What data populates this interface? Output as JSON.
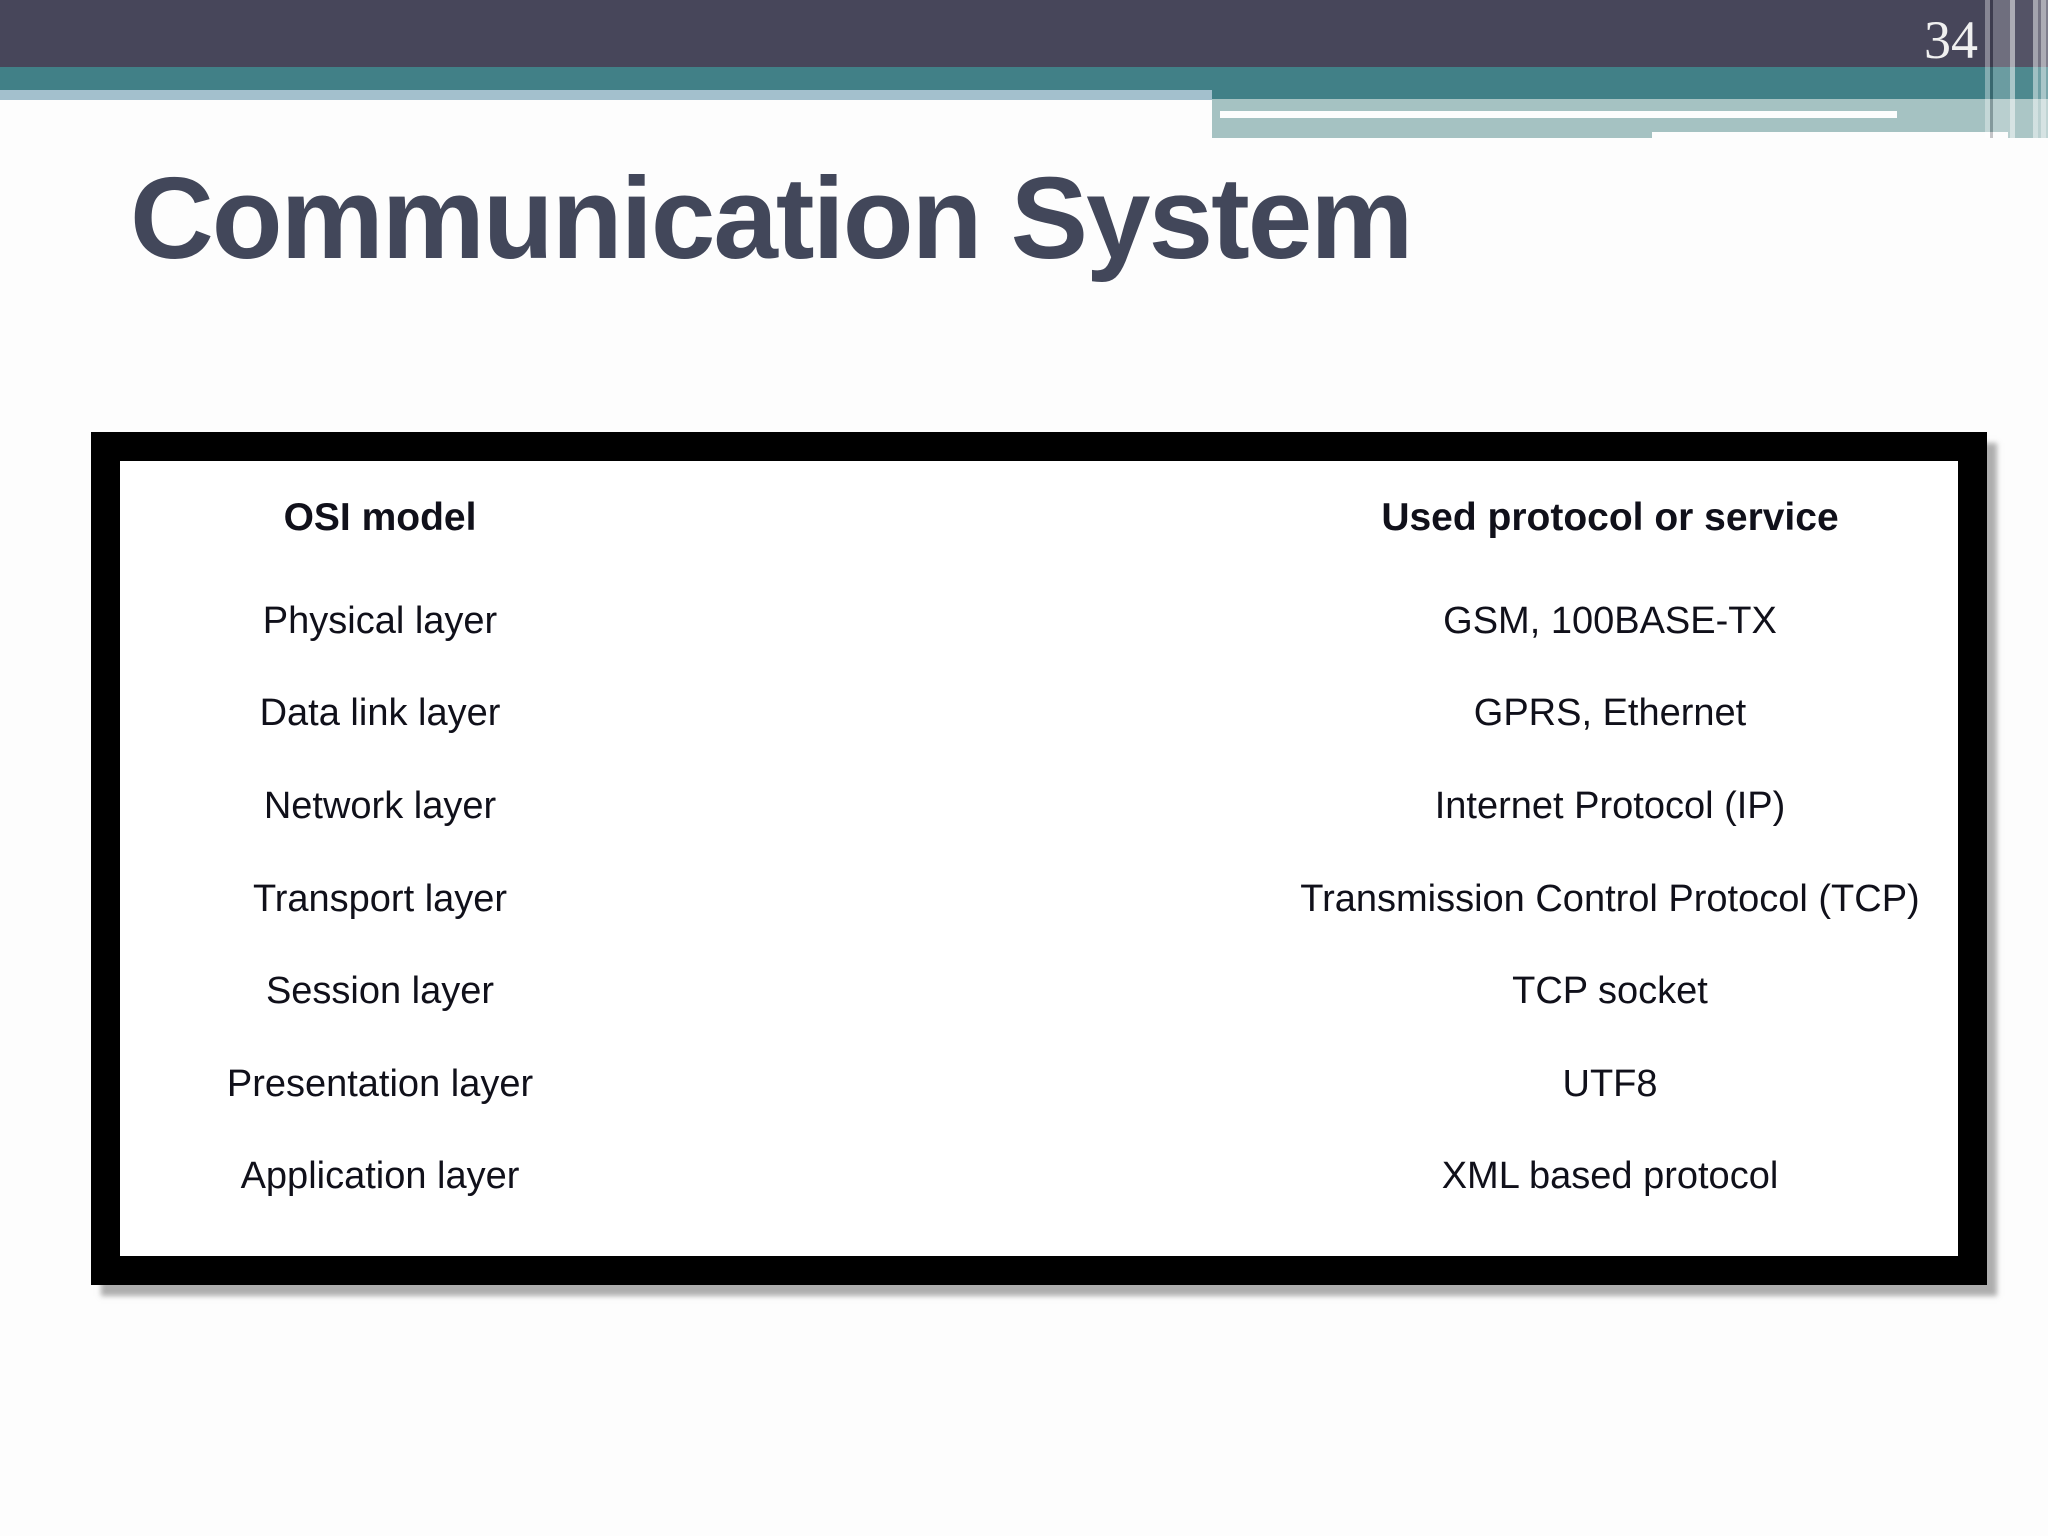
{
  "page_number": "34",
  "title": "Communication System",
  "colors": {
    "header_dark": "#47465a",
    "header_teal": "#418087",
    "header_light_blue": "#a3c0cd",
    "header_light_teal": "#a5c2c2",
    "title_text": "#42475a",
    "table_border": "#000000",
    "body_text": "#10101a",
    "page_number_text": "#f0f0f0"
  },
  "table": {
    "headers": {
      "left": "OSI model",
      "right": "Used protocol or service"
    },
    "rows": [
      {
        "layer": "Physical layer",
        "protocol": "GSM, 100BASE-TX"
      },
      {
        "layer": "Data link layer",
        "protocol": "GPRS, Ethernet"
      },
      {
        "layer": "Network layer",
        "protocol": "Internet Protocol (IP)"
      },
      {
        "layer": "Transport layer",
        "protocol": "Transmission Control Protocol (TCP)"
      },
      {
        "layer": "Session layer",
        "protocol": "TCP socket"
      },
      {
        "layer": "Presentation layer",
        "protocol": "UTF8"
      },
      {
        "layer": "Application layer",
        "protocol": "XML based protocol"
      }
    ]
  }
}
